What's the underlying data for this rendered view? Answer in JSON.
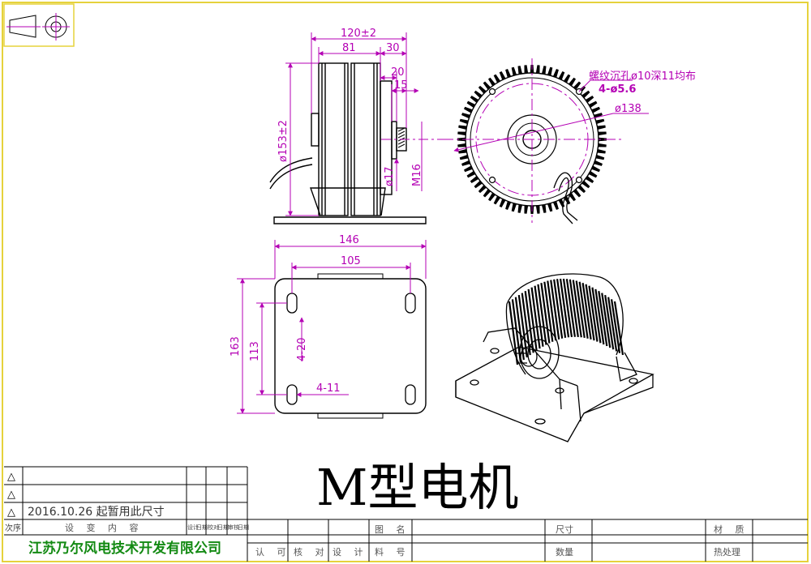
{
  "title": "M型电机",
  "company": "江苏乃尔风电技术开发有限公司",
  "revision_note": "2016.10.26 起暂用此尺寸",
  "colors": {
    "line": "#000000",
    "dimension": "#b400b4",
    "frame": "#e6d23c",
    "company": "#138a13"
  },
  "side_view": {
    "dims": {
      "width_total": "120±2",
      "width_body": "81",
      "shaft_len": "30",
      "d20": "20",
      "d15": "15",
      "diameter": "ø153±2",
      "shaft_dia": "ø17",
      "thread": "M16"
    }
  },
  "front_view": {
    "hole_note": "螺纹沉孔ø10深11均布",
    "hole_spec": "4-ø5.6",
    "pcd": "ø138"
  },
  "base_view": {
    "dims": {
      "width": "146",
      "hole_span_x": "105",
      "height": "163",
      "hole_span_y": "113",
      "slot_a": "4-20",
      "slot_b": "4-11"
    }
  },
  "title_block": {
    "rev_rows": [
      "△",
      "△",
      "△"
    ],
    "h_seq": "次序",
    "h_content": "设 变 内 容",
    "h_sign": "设计",
    "h_date": "日期",
    "h_check": "校对",
    "h_date2": "日期",
    "h_approve": "审核",
    "h_date3": "日期",
    "l_approve": "认 可",
    "l_check": "核 对",
    "l_design": "设 计",
    "l_drawing_name": "图 名",
    "l_drawing_no": "料 号",
    "l_size": "尺寸",
    "l_qty": "数量",
    "l_material": "材 质",
    "l_heat": "热处理"
  }
}
